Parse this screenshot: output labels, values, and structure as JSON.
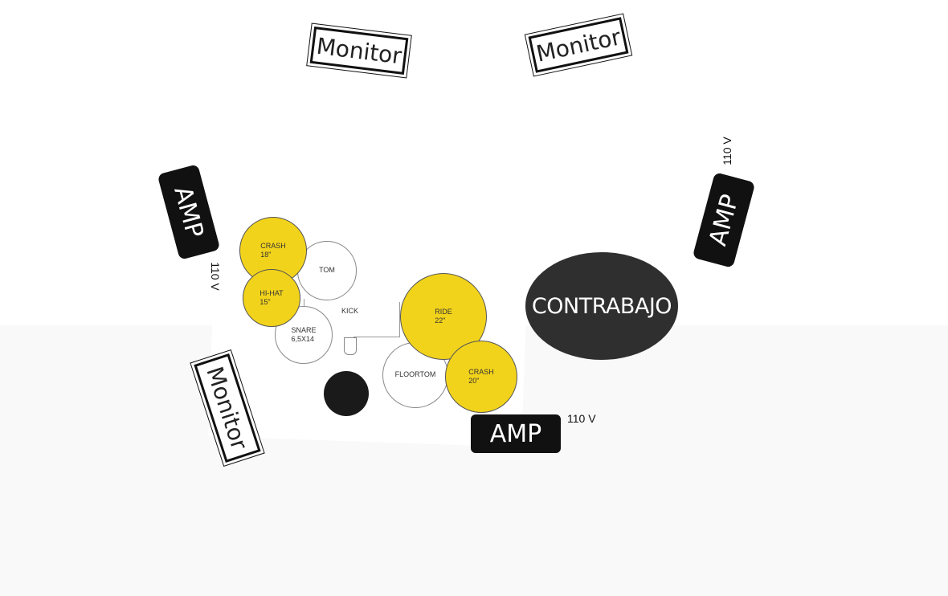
{
  "monitors": {
    "top_left": "Monitor",
    "top_right": "Monitor",
    "bottom_left": "Monitor"
  },
  "amps": {
    "left": {
      "label": "AMP",
      "voltage": "110 V"
    },
    "right": {
      "label": "AMP",
      "voltage": "110 V"
    },
    "bottom": {
      "label": "AMP",
      "voltage": "110 V"
    }
  },
  "bass": {
    "label": "CONTRABAJO"
  },
  "drums": {
    "crash18": "CRASH\n18\"",
    "hihat": "HI-HAT\n15\"",
    "tom": "TOM",
    "kick": "KICK",
    "snare": "SNARE\n6,5X14",
    "ride": "RIDE\n22\"",
    "floortom": "FLOORTOM",
    "crash20": "CRASH\n20\""
  },
  "colors": {
    "cymbal": "#f2d31b",
    "amp": "#111111",
    "bass": "#2f2f2f",
    "floor": "#f9f9f9"
  }
}
